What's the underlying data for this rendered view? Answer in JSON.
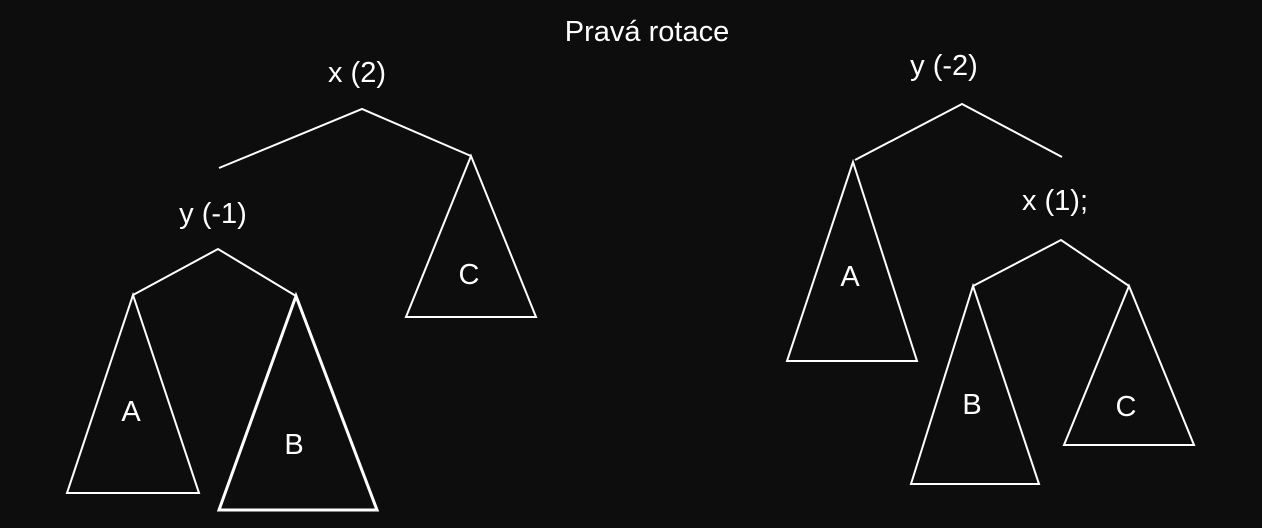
{
  "title": "Pravá rotace",
  "colors": {
    "background": "#0d0d0d",
    "foreground": "#ffffff"
  },
  "before": {
    "root_label": "x (2)",
    "child_label": "y (-1)",
    "subtrees": [
      "A",
      "B",
      "C"
    ]
  },
  "after": {
    "root_label": "y (-2)",
    "child_label": "x (1);",
    "subtrees": [
      "A",
      "B",
      "C"
    ]
  }
}
